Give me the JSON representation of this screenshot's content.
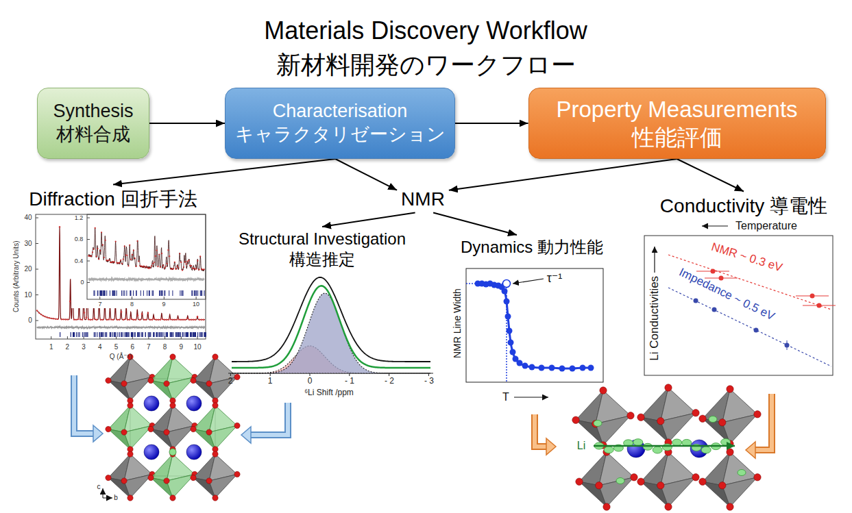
{
  "diagram": {
    "title": "Materials Discovery Workflow 新材料開発のワークフロー",
    "nodes": [
      {
        "text": [
          "Synthesis 材料合成"
        ]
      },
      {
        "text": [
          "Characterisation キャラクタリゼーション"
        ]
      },
      {
        "text": [
          "Property Measurements 性能評価"
        ]
      },
      {
        "text": [
          "Diffraction 回折手法"
        ]
      },
      {
        "text": [
          "NMR"
        ]
      },
      {
        "text": [
          "Conductivity 導電性"
        ]
      },
      {
        "text": [
          "Structural Investigation 構造推定"
        ]
      },
      {
        "text": [
          "Dynamics 動力性能"
        ]
      }
    ],
    "edges": [
      {
        "from": 0,
        "to": 1,
        "arrow": "to"
      },
      {
        "from": 1,
        "to": 2,
        "arrow": "to"
      },
      {
        "from": 1,
        "to": 3,
        "arrow": "to"
      },
      {
        "from": 1,
        "to": 4,
        "arrow": "to"
      },
      {
        "from": 2,
        "to": 4,
        "arrow": "to"
      },
      {
        "from": 2,
        "to": 5,
        "arrow": "to"
      },
      {
        "from": 4,
        "to": 6,
        "arrow": "to"
      },
      {
        "from": 4,
        "to": 7,
        "arrow": "to"
      }
    ],
    "labels": [
      "40",
      "30",
      "20",
      "10",
      "0",
      "1",
      "2",
      "3",
      "4",
      "5",
      "6",
      "7",
      "8",
      "9",
      "10",
      "Counts (Arbitrary Units)",
      "Q (Å⁻¹)",
      "1.2",
      "0.8",
      "0.4",
      "0",
      "7",
      "8",
      "9",
      "10",
      "c",
      "b",
      "2",
      "1",
      "0",
      "- 1",
      "- 2",
      "- 3",
      "⁶Li Shift /ppm",
      "NMR Line Width",
      "τ⁻¹",
      "T",
      "Temperature",
      "Li Conductivities",
      "NMR ~ 0.3 eV",
      "Impedance ~ 0.5 eV",
      "Li"
    ]
  }
}
